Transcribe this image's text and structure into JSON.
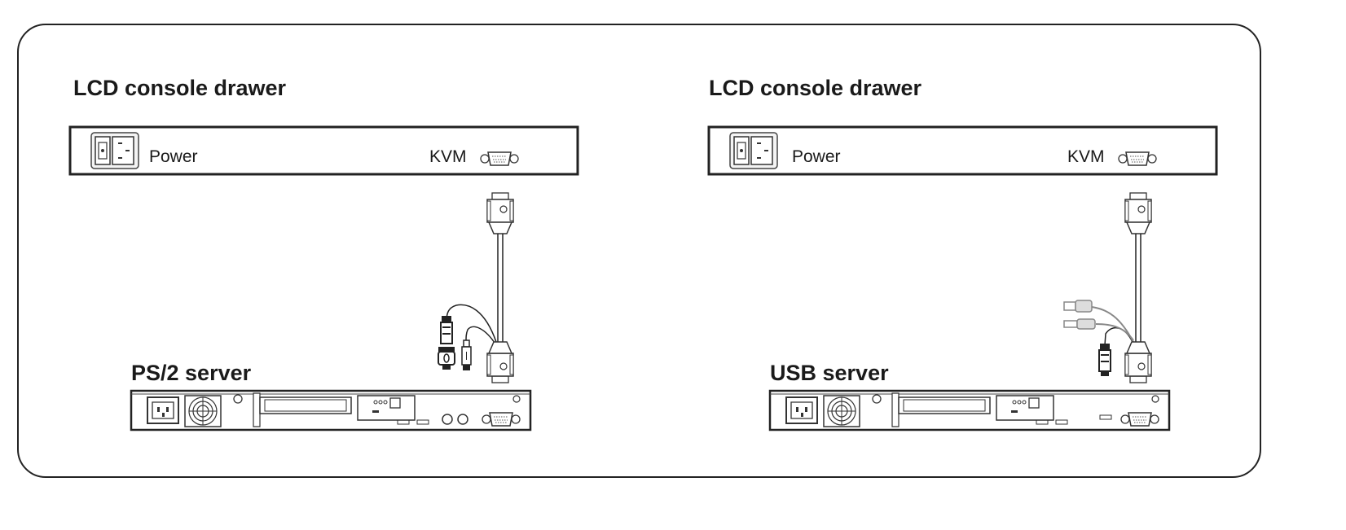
{
  "left_panel": {
    "title": "LCD console drawer",
    "power_label": "Power",
    "kvm_label": "KVM",
    "server_label": "PS/2 server",
    "cable_type": "ps2"
  },
  "right_panel": {
    "title": "LCD console drawer",
    "power_label": "Power",
    "kvm_label": "KVM",
    "server_label": "USB server",
    "cable_type": "usb"
  },
  "colors": {
    "line": "#222222",
    "usb_gray": "#888888"
  }
}
